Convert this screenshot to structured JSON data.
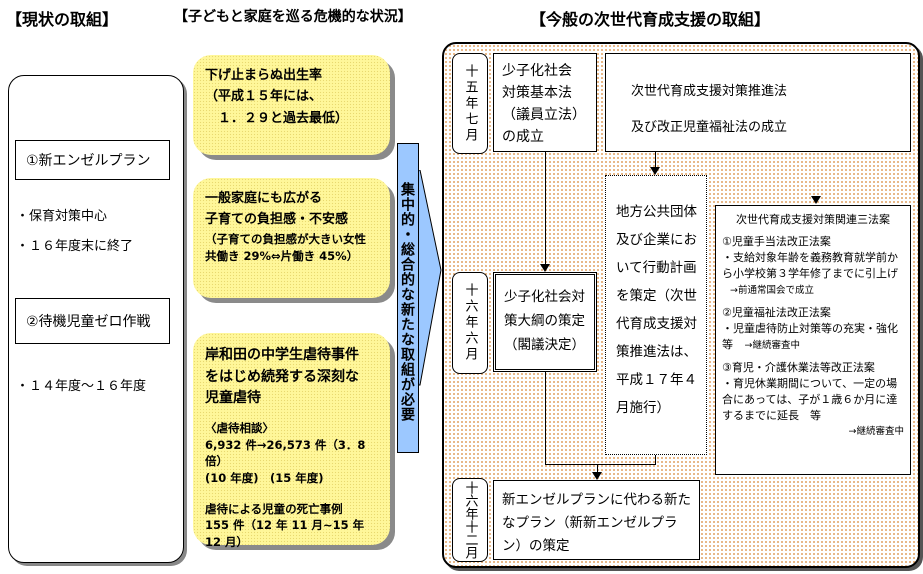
{
  "headers": {
    "current": "【現状の取組】",
    "crisis": "【子どもと家庭を巡る危機的な状況】",
    "new_efforts": "【今般の次世代育成支援の取組】"
  },
  "current": {
    "plan1": "①新エンゼルプラン",
    "plan1_points": [
      "・保育対策中心",
      "・１６年度末に終了"
    ],
    "plan2": "②待機児童ゼロ作戦",
    "plan2_points": [
      "・１４年度～１６年度"
    ]
  },
  "crisis": {
    "birthrate": [
      "下げ止まらぬ出生率",
      "（平成１５年には、",
      "　１．２９と過去最低）"
    ],
    "burden": [
      "一般家庭にも広がる",
      "子育ての負担感・不安感"
    ],
    "burden_note": [
      "（子育ての負担感が大きい女性",
      "共働き 29%⇔片働き 45%）"
    ],
    "abuse": [
      "岸和田の中学生虐待事件",
      "をはじめ続発する深刻な",
      "児童虐待"
    ],
    "abuse_consult": [
      "〈虐待相談〉",
      "6,932 件→26,573 件（3．8 倍）",
      "(10 年度)　(15 年度)"
    ],
    "abuse_deaths": [
      "虐待による児童の死亡事例",
      "155 件（12 年 11 月~15 年 12 月）"
    ]
  },
  "banner": "集中的・総合的な新たな取組が必要",
  "timeline": {
    "dates": [
      "十五年七月",
      "十六年六月",
      "十六年十二月"
    ],
    "basic_law": [
      "少子化社会",
      "対策基本法",
      "（議員立法）",
      "の成立"
    ],
    "next_gen_law": [
      "次世代育成支援対策推進法",
      "及び改正児童福祉法の成立"
    ],
    "local_plans": "地方公共団体及び企業において行動計画を策定（次世代育成支援対策推進法は、平成１７年４月施行）",
    "outline": "少子化社会対策大綱の策定（閣議決定）",
    "three_bills": {
      "title": "次世代育成支援対策関連三法案",
      "items": [
        {
          "name": "①児童手当法改正法案",
          "desc": "・支給対象年齢を義務教育就学前から小学校第３学年修了までに引上げ",
          "status": "→前通常国会で成立"
        },
        {
          "name": "②児童福祉法改正法案",
          "desc": "・児童虐待防止対策等の充実・強化　等",
          "status": "→継続審査中"
        },
        {
          "name": "③育児・介護休業法等改正法案",
          "desc": "・育児休業期間について、一定の場合にあっては、子が１歳６か月に達するまでに延長　等",
          "status": "→継続審査中"
        }
      ]
    },
    "new_plan": "新エンゼルプランに代わる新たなプラン（新新エンゼルプラン）の策定"
  },
  "colors": {
    "yellow_box": "#fff79a",
    "banner": "#9cc8ff",
    "panel_dots": "#e0a060"
  }
}
